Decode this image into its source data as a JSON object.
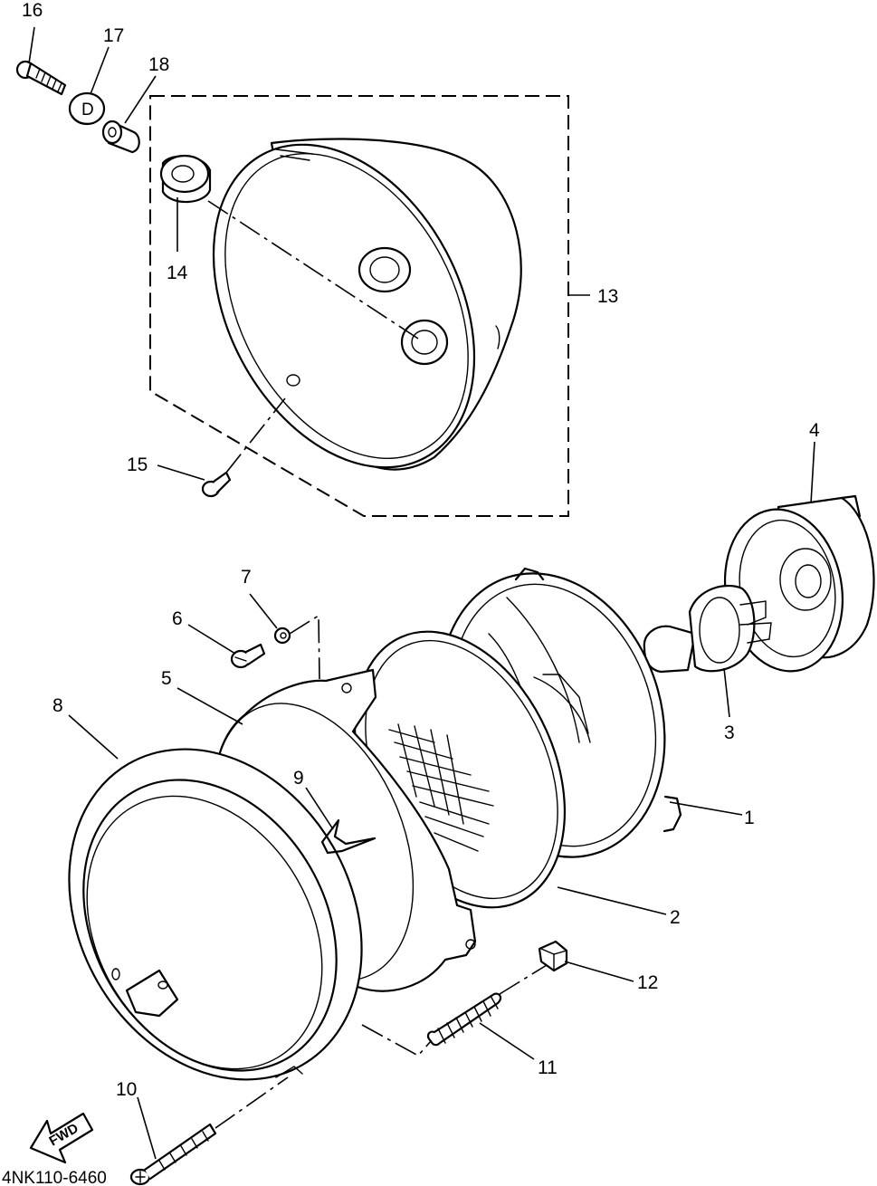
{
  "diagram_code": "4NK110-6460",
  "fwd_label": "FWD",
  "callouts": {
    "c1": "1",
    "c2": "2",
    "c3": "3",
    "c4": "4",
    "c5": "5",
    "c6": "6",
    "c7": "7",
    "c8": "8",
    "c9": "9",
    "c10": "10",
    "c11": "11",
    "c12": "12",
    "c13": "13",
    "c14": "14",
    "c15": "15",
    "c16": "16",
    "c17": "17",
    "c18": "18"
  }
}
